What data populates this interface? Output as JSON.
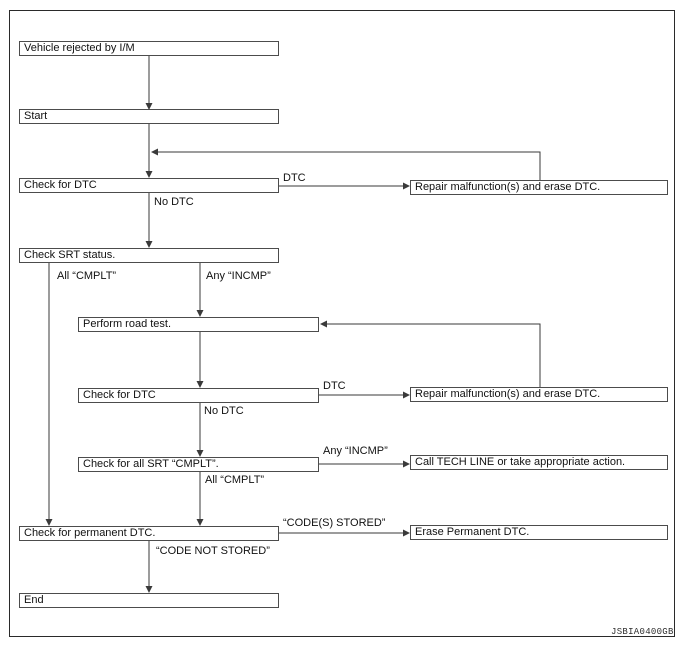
{
  "figure_code": "JSBIA0400GB",
  "nodes": {
    "vehicle_rejected": "Vehicle rejected by I/M",
    "start": "Start",
    "check_dtc_1": "Check for DTC",
    "check_srt_status": "Check SRT status.",
    "perform_road_test": "Perform road test.",
    "check_dtc_2": "Check for DTC",
    "check_all_srt_cmplt": "Check for all SRT “CMPLT”.",
    "check_permanent_dtc": "Check for permanent DTC.",
    "end": "End",
    "repair_erase_dtc_1": "Repair malfunction(s) and erase DTC.",
    "repair_erase_dtc_2": "Repair malfunction(s) and erase DTC.",
    "call_tech_line": "Call TECH LINE or take appropriate action.",
    "erase_permanent_dtc": "Erase Permanent DTC."
  },
  "edge_labels": {
    "dtc_1": "DTC",
    "no_dtc_1": "No DTC",
    "all_cmplt_1": "All “CMPLT”",
    "any_incmp_1": "Any “INCMP”",
    "dtc_2": "DTC",
    "no_dtc_2": "No DTC",
    "any_incmp_2": "Any “INCMP”",
    "all_cmplt_2": "All “CMPLT”",
    "codes_stored": "“CODE(S) STORED”",
    "code_not_stored": "“CODE NOT STORED”"
  }
}
